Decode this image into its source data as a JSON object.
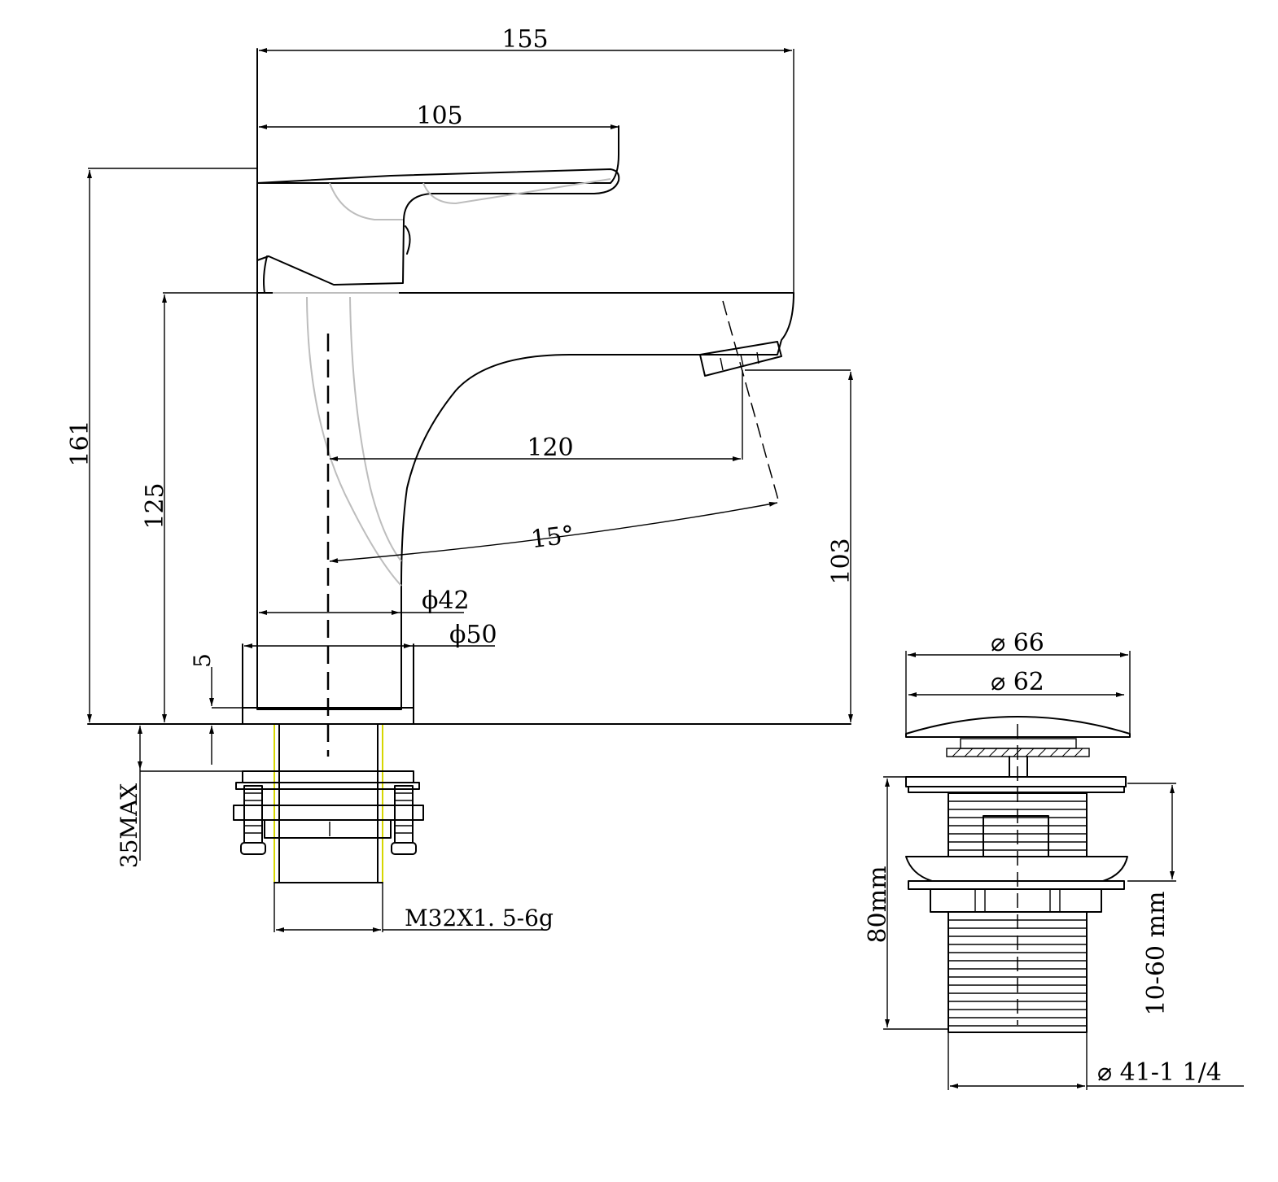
{
  "faucet": {
    "dimensions": {
      "overall_length": "155",
      "handle_length": "105",
      "total_height": "161",
      "body_height": "125",
      "spout_reach": "120",
      "handle_angle": "15°",
      "spout_height": "103",
      "body_diameter": "ϕ42",
      "base_diameter": "ϕ50",
      "base_plate": "5",
      "max_deck_thickness": "35MAX",
      "thread": "M32X1. 5-6g"
    }
  },
  "waste": {
    "dimensions": {
      "cap_diameter_outer": "⌀ 66",
      "cap_diameter_inner": "⌀ 62",
      "height": "80mm",
      "clamp_range": "10-60  mm",
      "thread_diameter": "⌀ 41-1  1/4"
    }
  }
}
